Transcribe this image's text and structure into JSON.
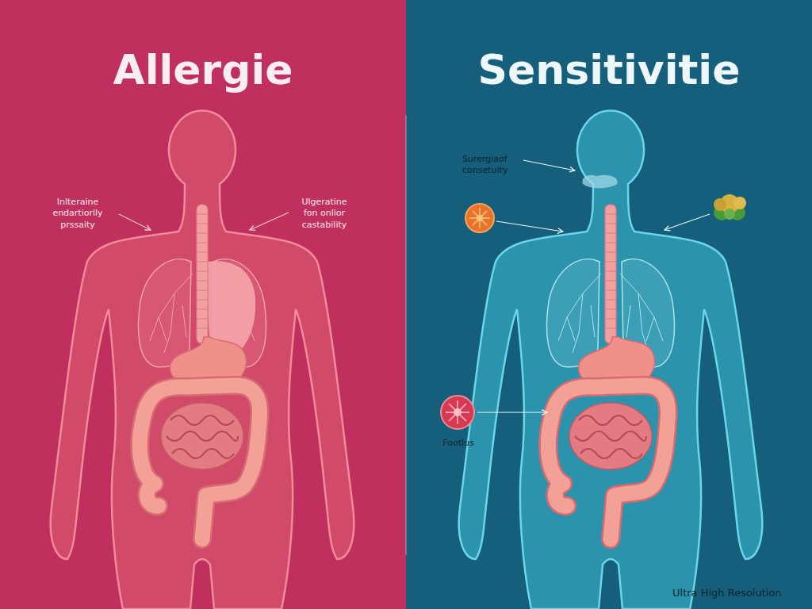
{
  "diagram": {
    "nodes": [
      {
        "text": [
          "Allergie"
        ]
      },
      {
        "text": [
          "Sensitivitie"
        ]
      }
    ],
    "labels": [
      "Inlteraine endartiorlly prssaity",
      "Ulgeratine fon onlior castability",
      "Surergiaof consetuity",
      "Footlus",
      "Ultra High Resolution"
    ]
  }
}
